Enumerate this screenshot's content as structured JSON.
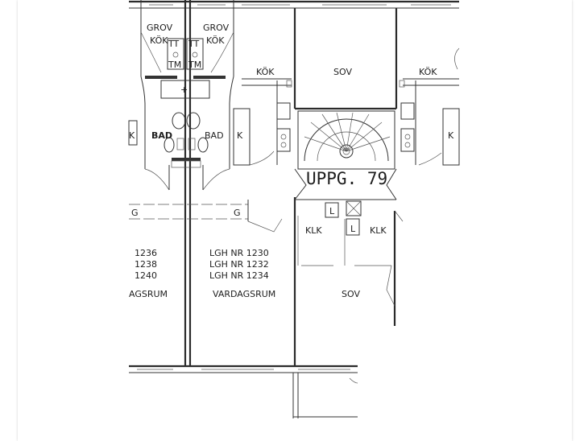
{
  "labels": {
    "grov_kok_left": [
      "GROV",
      "KÖK"
    ],
    "grov_kok_right": [
      "GROV",
      "KÖK"
    ],
    "tt": "TT",
    "tm": "TM",
    "kok": "KÖK",
    "sov": "SOV",
    "bad": "BAD",
    "k": "K",
    "g": "G",
    "l": "L",
    "klk": "KLK",
    "uppg": "UPPG. 79",
    "vardagsrum": "VARDAGSRUM",
    "vardagsrum_cut": "AGSRUM",
    "lgh_right": [
      "LGH  NR  1230",
      "LGH  NR  1232",
      "LGH  NR  1234"
    ],
    "lgh_left": [
      "1236",
      "1238",
      "1240"
    ]
  }
}
